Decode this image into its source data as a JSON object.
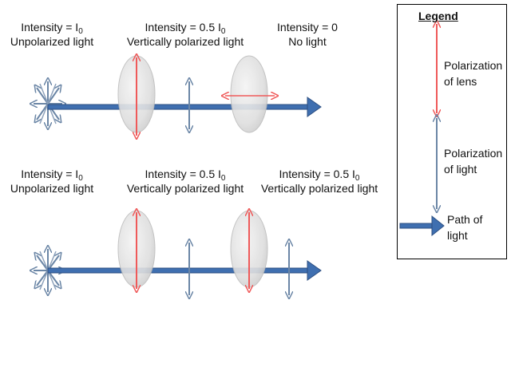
{
  "colors": {
    "light_path": "#3f6fb0",
    "light_path_stroke": "#2c4f82",
    "lens_axis": "#ef5a5a",
    "light_polarization": "#6b86a6",
    "lens_fill": "#e3e3e3"
  },
  "row1": {
    "source": {
      "intensity": "Intensity = I",
      "sub": "0",
      "desc": "Unpolarized light"
    },
    "middle": {
      "intensity": "Intensity = 0.5 I",
      "sub": "0",
      "desc": "Vertically polarized light"
    },
    "end": {
      "intensity": "Intensity = 0",
      "sub": "",
      "desc": "No light"
    }
  },
  "row2": {
    "source": {
      "intensity": "Intensity = I",
      "sub": "0",
      "desc": "Unpolarized light"
    },
    "middle": {
      "intensity": "Intensity = 0.5 I",
      "sub": "0",
      "desc": "Vertically polarized light"
    },
    "end": {
      "intensity": "Intensity = 0.5 I",
      "sub": "0",
      "desc": "Vertically polarized light"
    }
  },
  "legend": {
    "title": "Legend",
    "lens_line1": "Polarization",
    "lens_line2": "of lens",
    "light_line1": "Polarization",
    "light_line2": "of light",
    "path_line1": "Path of",
    "path_line2": "light"
  }
}
